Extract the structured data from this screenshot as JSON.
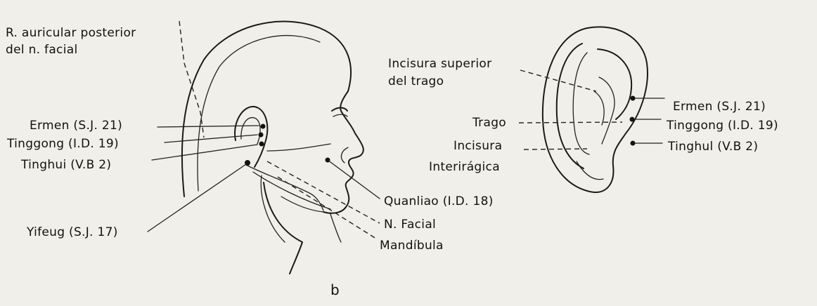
{
  "head_labels": {
    "auricular": [
      "R. auricular posterior",
      "del n. facial"
    ],
    "ermen": "Ermen (S.J. 21)",
    "tinggong": "Tinggong (I.D. 19)",
    "tinghui": "Tinghui (V.B 2)",
    "yifeng": "Yifeug (S.J. 17)",
    "quanliao": "Quanliao (I.D. 18)",
    "facial": "N. Facial",
    "mandibula": "Mandíbula"
  },
  "ear_labels": {
    "incisura_sup": [
      "Incisura superior",
      "del trago"
    ],
    "trago": "Trago",
    "incisura_inf": [
      "Incisura",
      "Interirágica"
    ],
    "ermen": "Ermen (S.J. 21)",
    "tinggong": "Tinggong (I.D. 19)",
    "tinghui": "Tinghul (V.B 2)"
  },
  "caption": "b",
  "colors": {
    "ink": "#111111",
    "paper": "#f1efe9"
  }
}
